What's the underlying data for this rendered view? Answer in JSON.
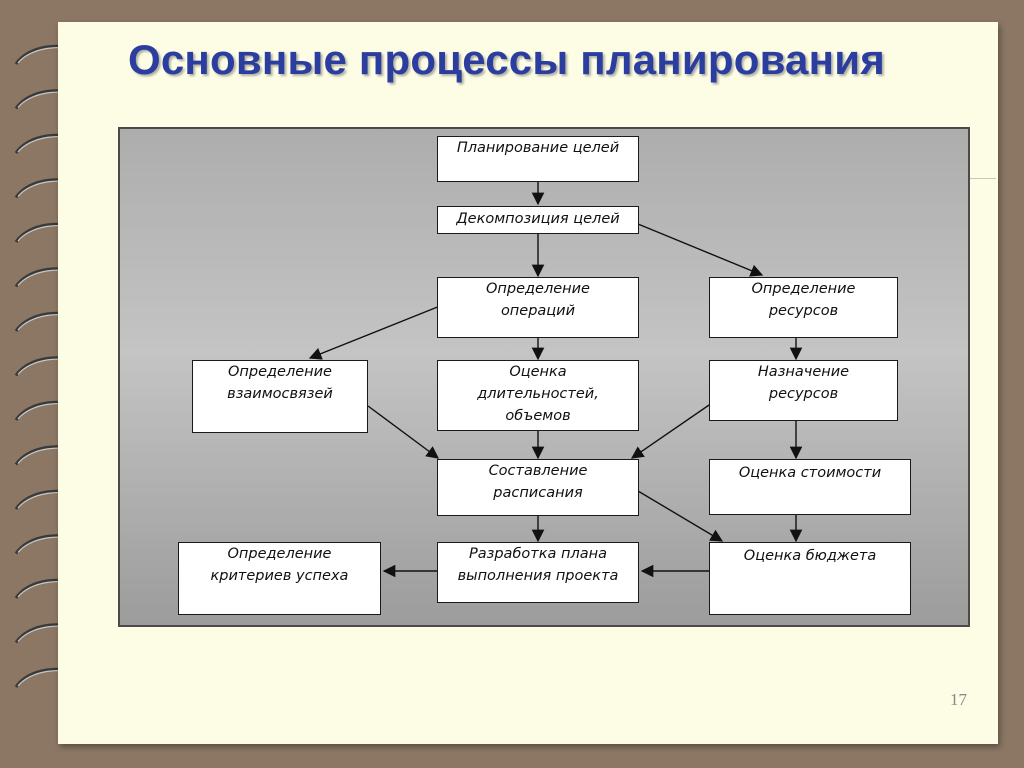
{
  "slide": {
    "title": "Основные процессы планирования",
    "page_number": "17"
  },
  "boxes": {
    "planning_goals": "Планирование целей",
    "goal_decomposition": "Декомпозиция целей",
    "operations_definition": "Определение\nопераций",
    "resources_definition": "Определение\nресурсов",
    "relations_definition": "Определение\nвзаимосвязей",
    "duration_estimate": "Оценка\nдлительностей,\nобъемов",
    "resource_assignment": "Назначение\nресурсов",
    "cost_estimate": "Оценка стоимости",
    "schedule": "Составление\nрасписания",
    "plan_development": "Разработка плана\nвыполнения проекта",
    "budget_estimate": "Оценка бюджета",
    "success_criteria": "Определение\nкритериев успеха"
  },
  "colors": {
    "title": "#2b3d9f",
    "page_background": "#fdfde6",
    "frame": "#8c7764",
    "diagram_background": "#b4b4b4"
  },
  "icons": {
    "binding": "spiral-binding-ring-icon"
  }
}
